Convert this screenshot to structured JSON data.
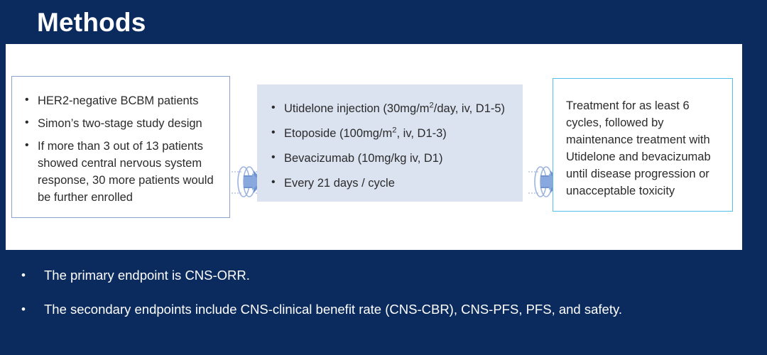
{
  "slide": {
    "title": "Methods",
    "background_color": "#0b2b5e",
    "panel_color": "#ffffff"
  },
  "flow": {
    "boxes": [
      {
        "name": "eligibility",
        "border_color": "#8ba3cc",
        "fill_color": "#ffffff",
        "bullets": [
          "HER2-negative BCBM patients",
          "Simon’s two-stage study design",
          "If more than 3 out of 13 patients showed central nervous system response, 30 more patients would be further enrolled"
        ]
      },
      {
        "name": "regimen",
        "border_color": "none",
        "fill_color": "#dbe2f0",
        "bullets": [
          "Utidelone injection (30mg/m²/day, iv, D1-5)",
          "Etoposide (100mg/m², iv, D1-3)",
          "Bevacizumab (10mg/kg iv, D1)",
          "Every 21 days / cycle"
        ]
      },
      {
        "name": "maintenance",
        "border_color": "#54bfe8",
        "fill_color": "#ffffff",
        "paragraph": "Treatment for as least 6 cycles, followed by maintenance treatment with Utidelone and bevacizumab until disease progression or unacceptable toxicity"
      }
    ],
    "arrows": [
      {
        "name": "arrow-eligibility-to-regimen",
        "direction": "right"
      },
      {
        "name": "arrow-regimen-to-maintenance",
        "direction": "right"
      }
    ]
  },
  "endpoints": {
    "bullet_glyph": "•",
    "items": [
      "The primary endpoint is CNS-ORR.",
      "The secondary endpoints include CNS-clinical benefit rate (CNS-CBR), CNS-PFS, PFS, and safety."
    ]
  }
}
